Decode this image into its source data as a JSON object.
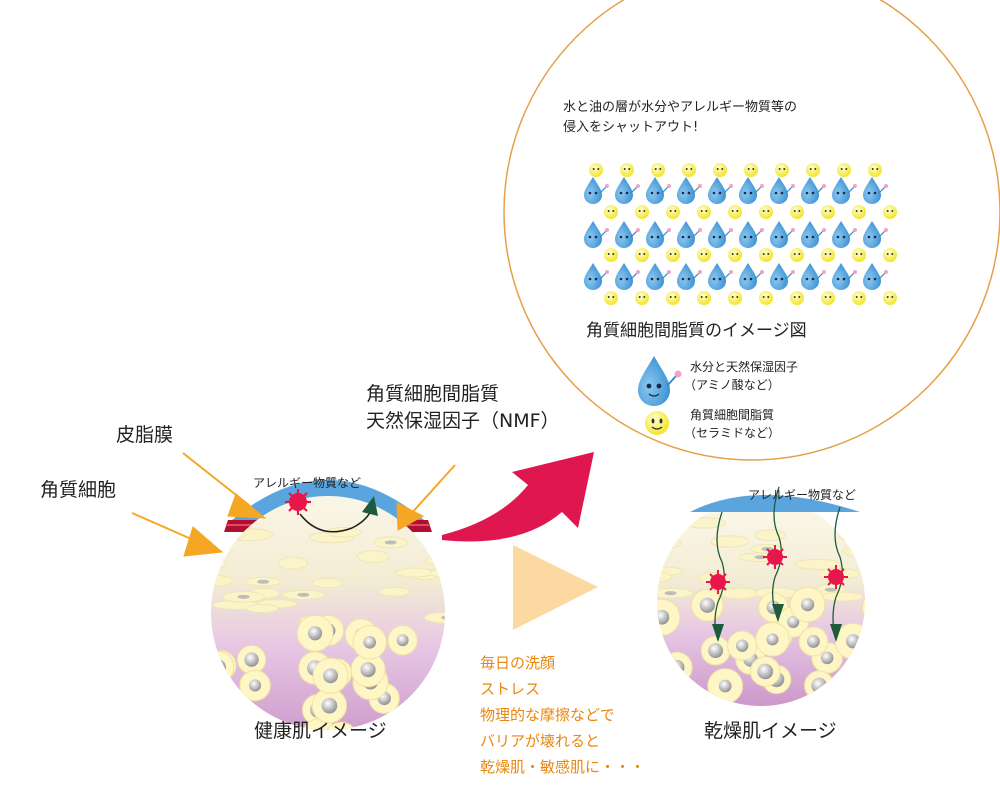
{
  "callout": {
    "line1": "水と油の層が水分やアレルギー物質等の",
    "line2": "侵入をシャットアウト!",
    "caption": "角質細胞間脂質のイメージ図",
    "legend": [
      {
        "line1": "水分と天然保湿因子",
        "line2": "（アミノ酸など）",
        "icon": "water-drop-icon"
      },
      {
        "line1": "角質細胞間脂質",
        "line2": "（セラミドなど）",
        "icon": "smiley-ceramide-icon"
      }
    ]
  },
  "healthy": {
    "label_kakushitsu": "角質細胞",
    "label_hishimaku": "皮脂膜",
    "label_lipid_line1": "角質細胞間脂質",
    "label_lipid_line2": "天然保湿因子（NMF）",
    "allergen_label": "アレルギー物質など",
    "caption": "健康肌イメージ"
  },
  "dry": {
    "allergen_label": "アレルギー物質など",
    "caption": "乾燥肌イメージ"
  },
  "cause": {
    "lines": [
      "毎日の洗顔",
      "ストレス",
      "物理的な摩擦などで",
      "バリアが壊れると",
      "乾燥肌・敏感肌に・・・"
    ]
  },
  "colors": {
    "arrow_orange": "#f5a623",
    "arrow_red": "#e0174f",
    "triangle": "#fcd9a0",
    "sebum_blue": "#5aa5dd",
    "barrier_red": "#c8102e",
    "allergen": "#e8174b",
    "cause_text": "#e8870e"
  }
}
